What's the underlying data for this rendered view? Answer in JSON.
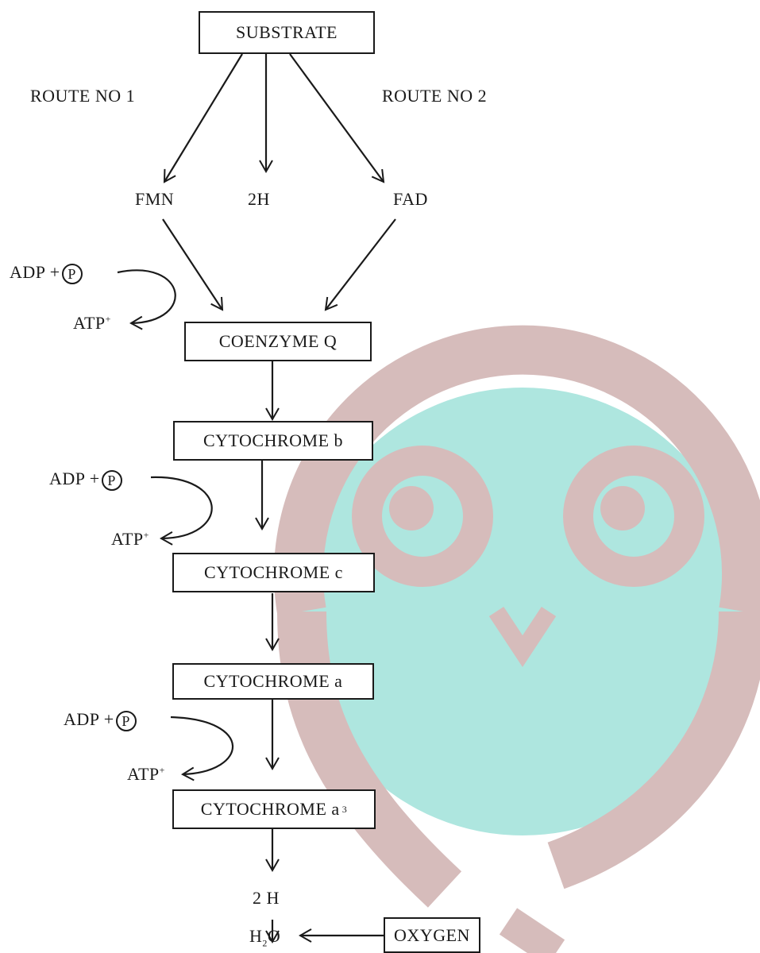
{
  "diagram": {
    "substrate": "SUBSTRATE",
    "route1": "ROUTE NO 1",
    "route2": "ROUTE NO 2",
    "fmn": "FMN",
    "h2_top": "2H",
    "fad": "FAD",
    "coenzyme_q": "COENZYME Q",
    "cyt_b": "CYTOCHROME b",
    "cyt_c": "CYTOCHROME c",
    "cyt_a": "CYTOCHROME a",
    "cyt_a3": "CYTOCHROME a",
    "cyt_a3_sub": "3",
    "h2_bottom": "2 H",
    "water": "H",
    "water_sub": "2",
    "water_o": "O",
    "oxygen": "OXYGEN",
    "adp": "ADP +",
    "p": "P",
    "atp": "ATP",
    "atp_sup": "+"
  },
  "colors": {
    "owl_circle": "#d6bcbb",
    "owl_face": "#aee6df",
    "ink": "#1a1a1a"
  }
}
